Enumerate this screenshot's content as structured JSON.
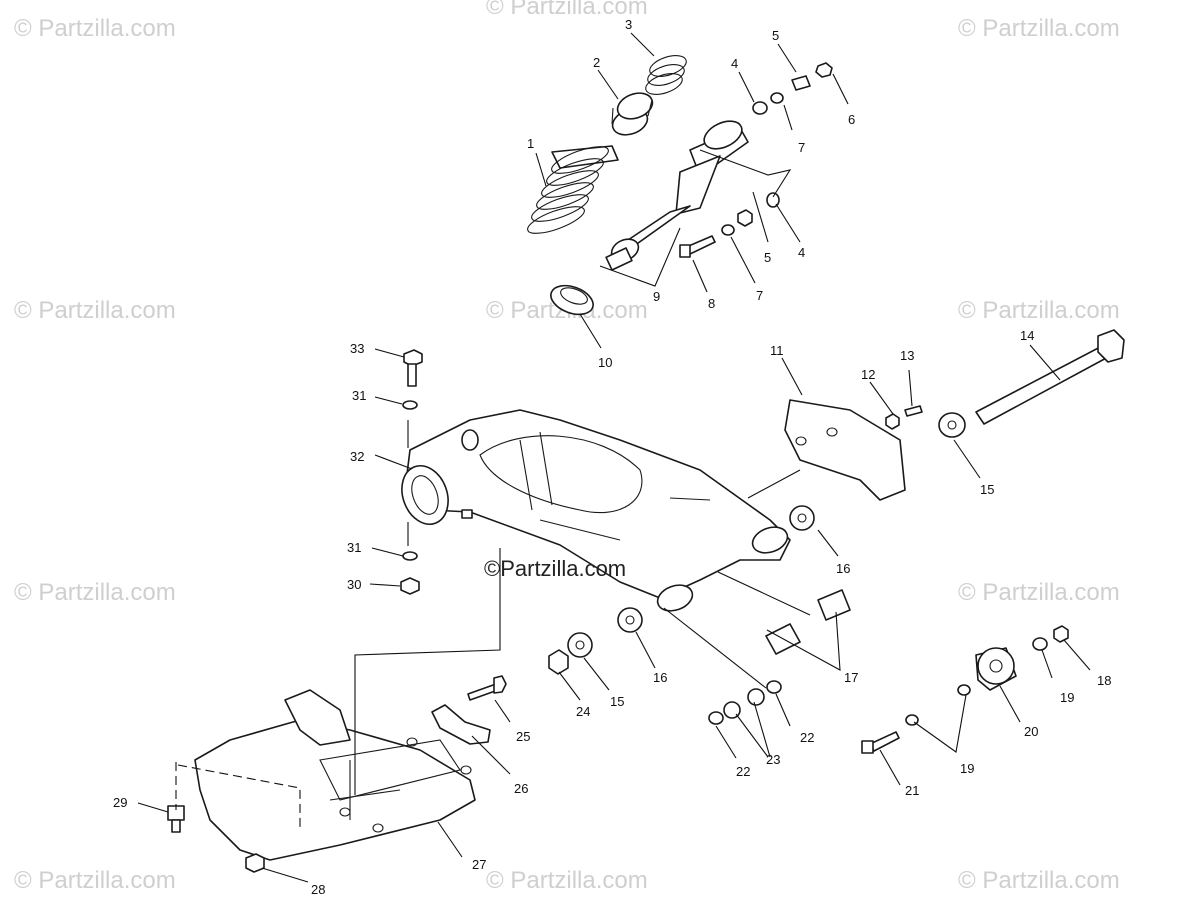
{
  "watermark": {
    "text": "© Partzilla.com",
    "center_text": "©Partzilla.com"
  },
  "callouts": {
    "p1": "1",
    "p2": "2",
    "p3": "3",
    "p4a": "4",
    "p4b": "4",
    "p5a": "5",
    "p5b": "5",
    "p6": "6",
    "p7a": "7",
    "p7b": "7",
    "p8": "8",
    "p9": "9",
    "p10": "10",
    "p11": "11",
    "p12": "12",
    "p13": "13",
    "p14": "14",
    "p15a": "15",
    "p15b": "15",
    "p16a": "16",
    "p16b": "16",
    "p17": "17",
    "p18": "18",
    "p19a": "19",
    "p19b": "19",
    "p20": "20",
    "p21": "21",
    "p22a": "22",
    "p22b": "22",
    "p23": "23",
    "p24": "24",
    "p25": "25",
    "p26": "26",
    "p27": "27",
    "p28": "28",
    "p29": "29",
    "p30": "30",
    "p31a": "31",
    "p31b": "31",
    "p32": "32",
    "p33": "33"
  },
  "colors": {
    "line": "#1a1a1a",
    "watermark": "#cfcfcf",
    "background": "#ffffff"
  }
}
